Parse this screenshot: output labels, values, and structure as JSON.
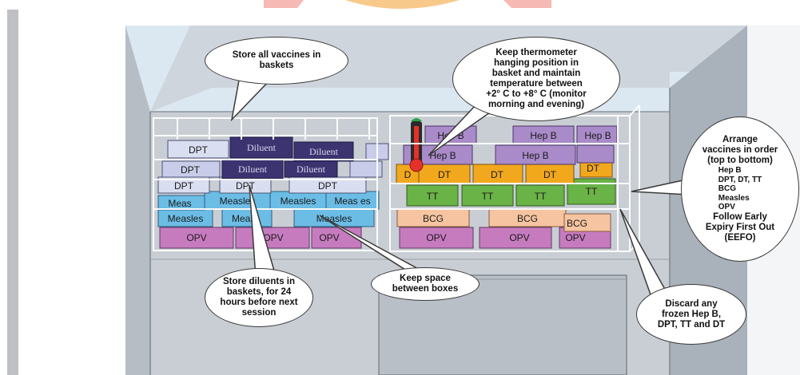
{
  "callouts": {
    "store_baskets": "Store all  vaccines in\nbaskets",
    "thermometer": "Keep thermometer\nhanging position in\nbasket and maintain\ntemperature between\n+2° C to +8° C (monitor\nmorning and evening)",
    "arrange_title": "Arrange\nvaccines in order\n(top to bottom)",
    "arrange_list": "Hep B\nDPT, DT, TT\nBCG\nMeasles\nOPV",
    "eefo": "Follow Early\nExpiry First Out\n(EEFO)",
    "diluents": "Store diluents in\nbaskets, for 24\nhours before next\nsession",
    "space": "Keep space\nbetween boxes",
    "discard": "Discard any\nfrozen Hep B,\nDPT, TT and DT"
  },
  "box_labels": {
    "dpt": "DPT",
    "diluent": "Diluent",
    "measles": "Measles",
    "measles_partial_1": "Meas",
    "measles_partial_2": "Measl",
    "measles_partial_3": "Meas es",
    "opv": "OPV",
    "hep_b": "Hep B",
    "dt": "DT",
    "tt": "TT",
    "bcg": "BCG"
  },
  "colors": {
    "fridge_wall": "#bcc3cb",
    "fridge_back": "#d9e6ef",
    "dpt": "#d9def0",
    "diluent": "#3b3470",
    "measles": "#6bbde6",
    "opv": "#c77bbf",
    "hep_b": "#a98bc9",
    "dt": "#f2a81c",
    "tt": "#6ab347",
    "bcg": "#f6c4a0"
  }
}
